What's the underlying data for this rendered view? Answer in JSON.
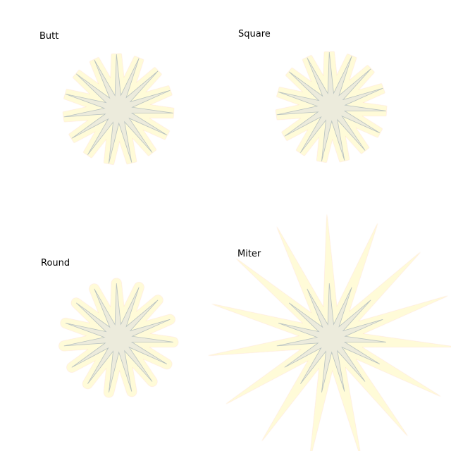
{
  "colors": {
    "background": "#ffffff",
    "outer_fill": "#fffbd8",
    "outer_edge": "#ffc6b0",
    "inner_fill": "#ecebdc",
    "inner_edge": "#b8c2c0",
    "label": "#000000"
  },
  "stars": [
    {
      "id": "butt",
      "label": "Butt",
      "linecap": "butt",
      "linejoin": "bevel"
    },
    {
      "id": "square",
      "label": "Square",
      "linecap": "square",
      "linejoin": "bevel"
    },
    {
      "id": "round",
      "label": "Round",
      "linecap": "round",
      "linejoin": "round"
    },
    {
      "id": "miter",
      "label": "Miter",
      "linecap": "butt",
      "linejoin": "miter"
    }
  ]
}
